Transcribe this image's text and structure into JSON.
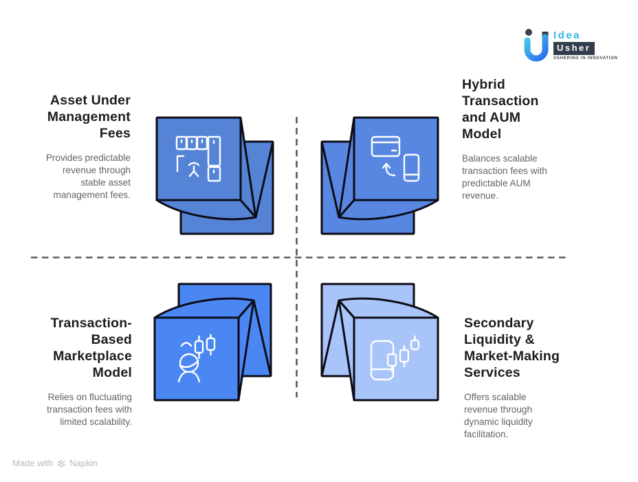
{
  "header": {
    "logo": {
      "brand_word_1": "Idea",
      "brand_word_2": "Usher",
      "tagline": "USHERING IN INNOVATION"
    }
  },
  "quadrants": [
    {
      "heading": "Asset Under\nManagement\nFees",
      "body": "Provides predictable\nrevenue through\nstable asset\nmanagement fees.",
      "icon": "office-floorplan-icon",
      "cube_color": "#5584d6"
    },
    {
      "heading": "Hybrid\nTransaction\nand AUM\nModel",
      "body": "Balances scalable\ntransaction fees with\npredictable AUM\nrevenue.",
      "icon": "card-phone-transfer-icon",
      "cube_color": "#5887e2"
    },
    {
      "heading": "Transaction-\nBased\nMarketplace\nModel",
      "body": "Relies on fluctuating\ntransaction fees with\nlimited scalability.",
      "icon": "trader-candlestick-icon",
      "cube_color": "#4b87f2"
    },
    {
      "heading": "Secondary\nLiquidity &\nMarket-Making\nServices",
      "body": "Offers scalable\nrevenue through\ndynamic liquidity\nfacilitation.",
      "icon": "phone-candlestick-icon",
      "cube_color": "#a9c4f8"
    }
  ],
  "footer": {
    "made_with": "Made with",
    "brand": "Napkin"
  },
  "colors": {
    "heading_text": "#1c1c1e",
    "body_text": "#5f6368",
    "divider": "#58595b",
    "cube_outline": "#0c0c17",
    "icon_stroke": "#ffffff"
  }
}
